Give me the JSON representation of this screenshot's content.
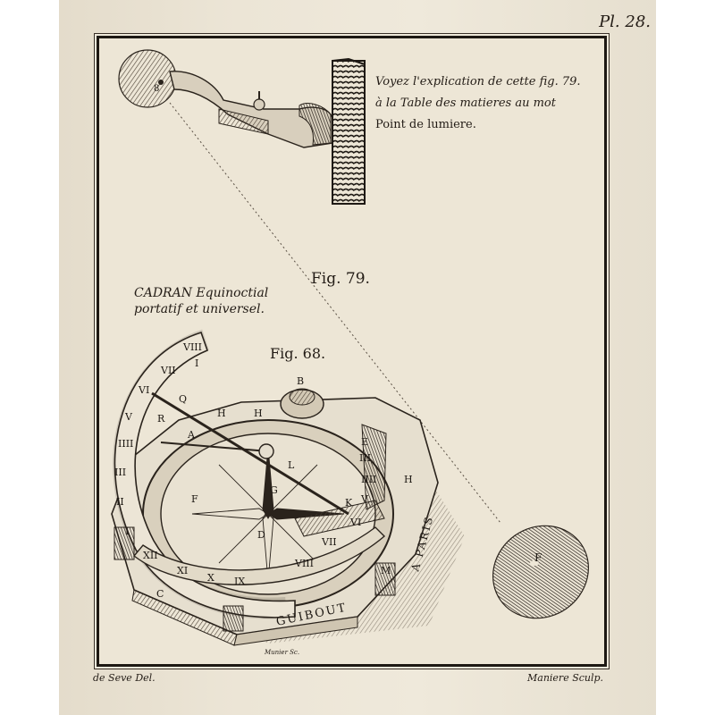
{
  "plate": {
    "number": "Pl. 28.",
    "note_line1": "Voyez l'explication de cette fig. 79.",
    "note_line2": "à la Table des matieres au mot",
    "note_line3": "Point de lumiere.",
    "fig79_label": "Fig. 79.",
    "fig68_label": "Fig. 68.",
    "title_line1": "CADRAN Equinoctial",
    "title_line2": "portatif et universel.",
    "credit_left": "de Seve Del.",
    "credit_right": "Maniere Sculp.",
    "credit_center": "Munier Sc."
  },
  "dial": {
    "inscription_front": "GUIBOUT",
    "inscription_side": "A PARIS",
    "numerals": [
      "VIII",
      "VII",
      "VI",
      "V",
      "IIII",
      "III",
      "II",
      "I",
      "XII",
      "XI",
      "X",
      "IX",
      "VIII",
      "VII",
      "VI",
      "V",
      "IIII",
      "III"
    ],
    "letters": [
      "A",
      "B",
      "C",
      "D",
      "E",
      "F",
      "G",
      "H",
      "H",
      "H",
      "I",
      "K",
      "L",
      "M",
      "Q",
      "R"
    ]
  },
  "disc_label": "F",
  "ring_label": "8"
}
